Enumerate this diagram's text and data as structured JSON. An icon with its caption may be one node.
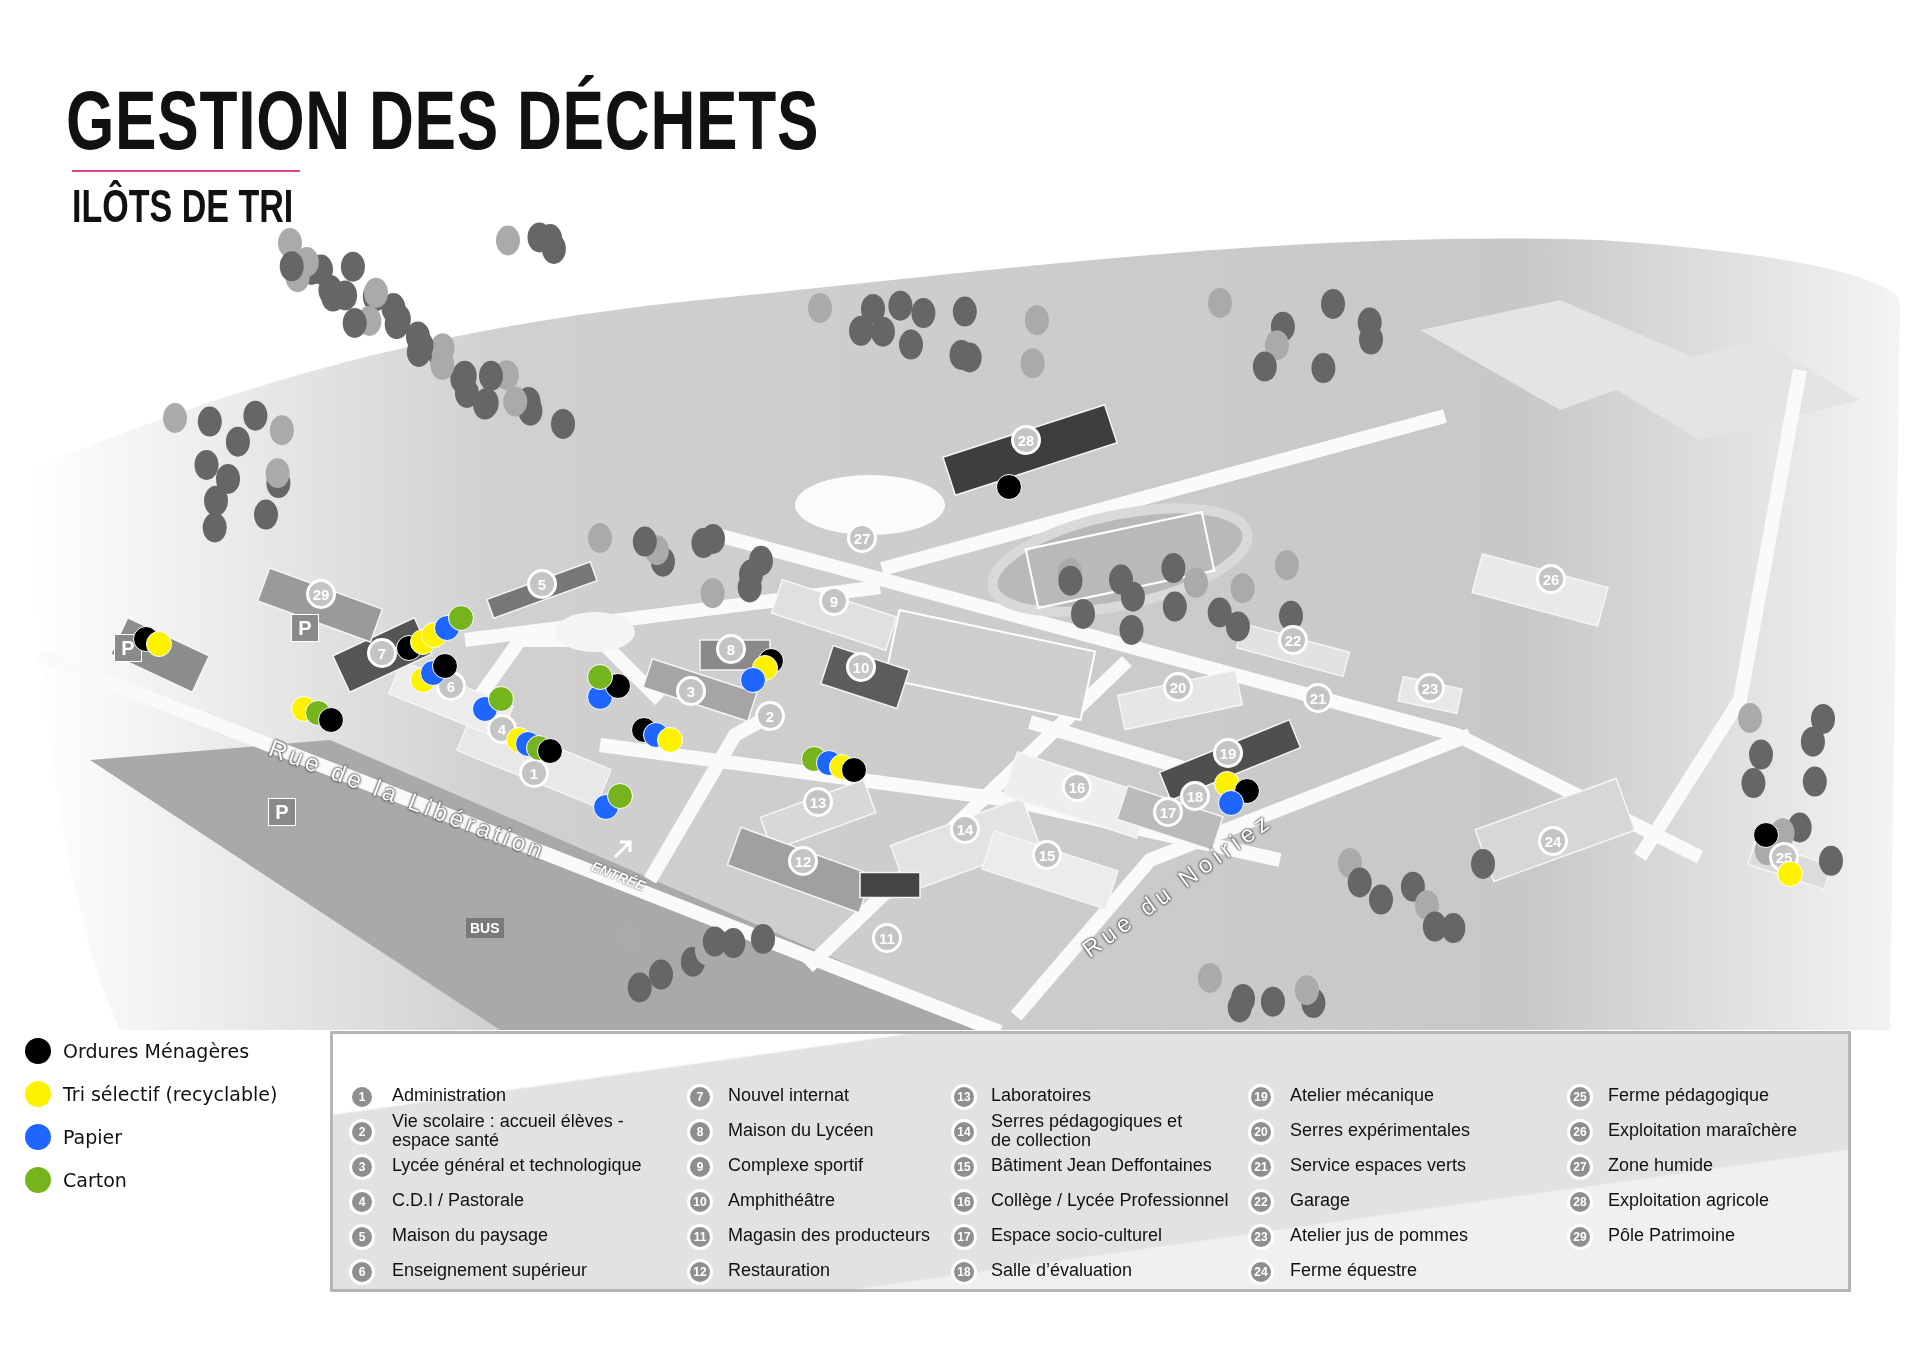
{
  "diagram": {
    "title": "GESTION DES DÉCHETS",
    "labels": [
      "ILÔTS DE TRI",
      "1",
      "2",
      "3",
      "4",
      "5",
      "6",
      "7",
      "8",
      "9",
      "10",
      "11",
      "12",
      "13",
      "14",
      "15",
      "16",
      "17",
      "18",
      "19",
      "20",
      "21",
      "22",
      "23",
      "24",
      "25",
      "26",
      "27",
      "28",
      "29",
      "Rue de la Libération",
      "Rue du Noiriez",
      "P",
      "P",
      "P",
      "BUS",
      "ENTRÉE",
      "1",
      "Administration",
      "2",
      "Vie scolaire : accueil élèves - espace santé",
      "3",
      "Lycée général et technologique",
      "4",
      "C.D.I / Pastorale",
      "5",
      "Maison du paysage",
      "6",
      "Enseignement supérieur",
      "7",
      "Nouvel internat",
      "8",
      "Maison du Lycéen",
      "9",
      "Complexe sportif",
      "10",
      "Amphithéâtre",
      "11",
      "Magasin des producteurs",
      "12",
      "Restauration",
      "13",
      "Laboratoires",
      "14",
      "Serres pédagogiques et de collection",
      "15",
      "Bâtiment Jean Deffontaines",
      "16",
      "Collège / Lycée Professionnel",
      "17",
      "Espace socio-culturel",
      "18",
      "Salle d’évaluation",
      "19",
      "Atelier mécanique",
      "20",
      "Serres expérimentales",
      "21",
      "Service espaces verts",
      "22",
      "Garage",
      "23",
      "Atelier jus de pommes",
      "24",
      "Ferme équestre",
      "25",
      "Ferme pédagogique",
      "26",
      "Exploitation maraîchère",
      "27",
      "Zone humide",
      "28",
      "Exploitation agricole",
      "29",
      "Pôle Patrimoine"
    ],
    "legend": [
      {
        "text": "Ordures Ménagères",
        "color": "#000000"
      },
      {
        "text": "Tri sélectif (recyclable)",
        "color": "#fff200"
      },
      {
        "text": "Papier",
        "color": "#1e66ff"
      },
      {
        "text": "Carton",
        "color": "#76b41e"
      }
    ]
  }
}
